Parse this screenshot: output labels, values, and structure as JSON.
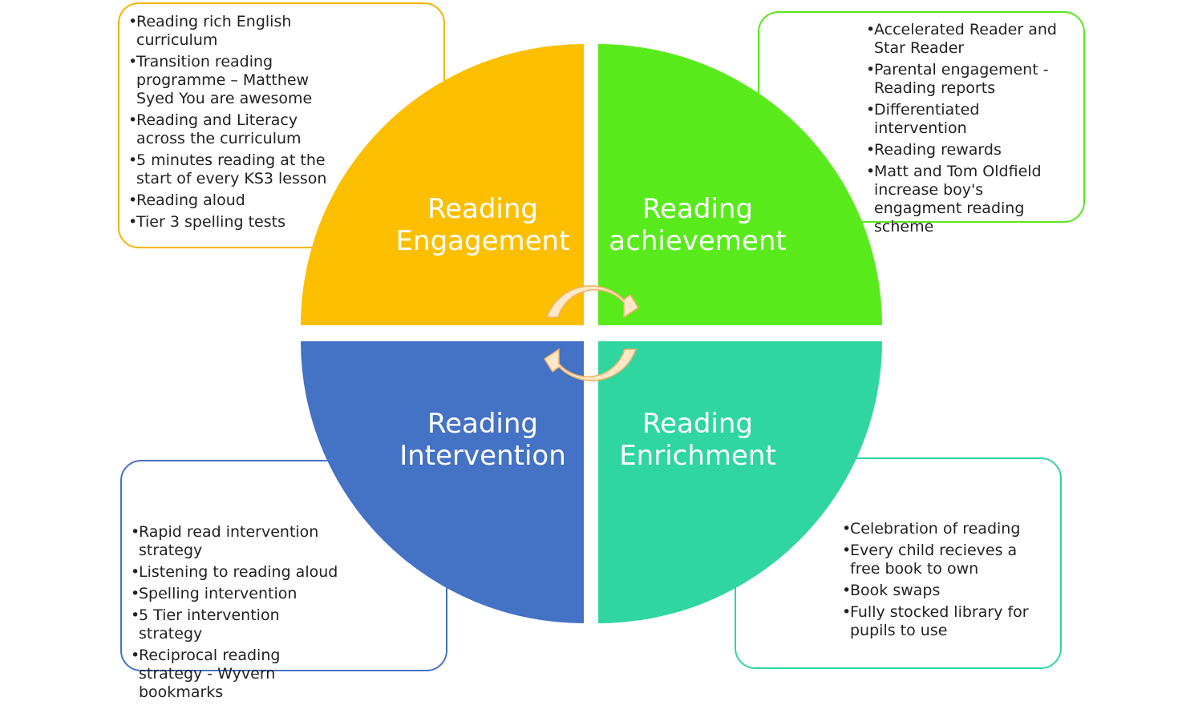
{
  "quadrants": {
    "engagement": {
      "title": "Reading Engagement",
      "color": "#fbbf00"
    },
    "achievement": {
      "title": "Reading achievement",
      "color": "#59ea1c"
    },
    "intervention": {
      "title": "Reading Intervention",
      "color": "#4472c4"
    },
    "enrichment": {
      "title": "Reading Enrichment",
      "color": "#2fd6a0"
    }
  },
  "boxes": {
    "engagement": {
      "border_color": "#f4b400",
      "items": [
        "Reading rich English curriculum",
        "Transition reading programme – Matthew Syed You are awesome",
        "Reading and Literacy across the curriculum",
        "5 minutes reading at the start of every KS3 lesson",
        "Reading aloud",
        "Tier 3 spelling tests"
      ]
    },
    "achievement": {
      "border_color": "#5ae61b",
      "items": [
        "Accelerated Reader and Star Reader",
        "Parental engagement - Reading reports",
        "Differentiated intervention",
        "Reading rewards",
        "Matt and Tom Oldfield increase boy's engagment reading scheme"
      ]
    },
    "intervention": {
      "border_color": "#4472c4",
      "items": [
        "Rapid read intervention strategy",
        "Listening to reading aloud",
        "Spelling intervention",
        "5 Tier intervention strategy",
        "Reciprocal reading strategy - Wyvern bookmarks"
      ]
    },
    "enrichment": {
      "border_color": "#2fd6a0",
      "items": [
        "Celebration of reading",
        "Every child recieves a free book to own",
        "Book swaps",
        "Fully stocked library for pupils to use"
      ]
    }
  },
  "cycle_arrows": {
    "color": "#fde9c7",
    "stroke": "#f0b066"
  }
}
